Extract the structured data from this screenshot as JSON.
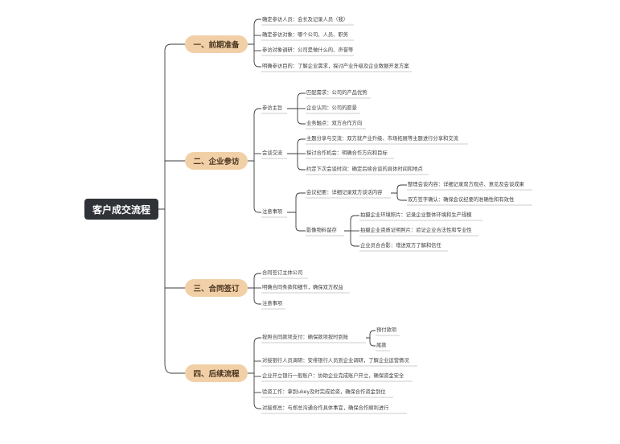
{
  "root": "客户成交流程",
  "branches": [
    {
      "label": "一、前期准备",
      "items": [
        "确定参访人员：会长及记录人员（我）",
        "确定参访对象：哪个公司、人员、职务",
        "参访对象调研：公司是做什么的、声誉等",
        "明确参访目的：了解企业需求，探讨产业升级及企业数据开发方案"
      ]
    },
    {
      "label": "二、企业参访",
      "groups": [
        {
          "label": "参访主旨",
          "items": [
            "匹配需求：公司的产品优势",
            "企业认同：公司的愿景",
            "业务触点：双方合作方向"
          ]
        },
        {
          "label": "会谈交流",
          "items": [
            "主题分享与交流：双方就产业升级、市场拓展等主题进行分享和交流",
            "探讨合作机会：明确合作方向和目标",
            "约定下次会谈时间：确定后续合谈的具体时间和地点"
          ]
        },
        {
          "label": "注意事项",
          "subgroups": [
            {
              "label": "会议纪要：详细记录双方谈话内容",
              "items": [
                "整理会谈内容：详细记录双方观点、意见及会谈成果",
                "双方签字确认：确保会议纪要的准确性和有效性"
              ]
            },
            {
              "label": "影像物料留存",
              "items": [
                "拍摄企业环境照片：记录企业整体环境和生产规模",
                "拍摄企业资质证明照片：验证企业合法性和专业性",
                "企业员合合影：增进双方了解和信任"
              ]
            }
          ]
        }
      ]
    },
    {
      "label": "三、合同签订",
      "items": [
        "合同签订主体公司",
        "明确合同条款和细节，确保双方权益",
        "注意事项"
      ]
    },
    {
      "label": "四、后续流程",
      "items": [
        {
          "text": "按照合同款项支付：确保款项按时到账",
          "children": [
            "预付款项",
            "尾款"
          ]
        },
        {
          "text": "对接银行人员调研：安排银行人员到企业调研，了解企业运营情况"
        },
        {
          "text": "企业开立银行一般账户：协助企业完成账户开立，确保资金安全"
        },
        {
          "text": "验资工作：拿到ukey及时完成验资，确保合作资金到位"
        },
        {
          "text": "对接郑总：与郑总沟通合作具体事宜，确保合作顺利进行"
        }
      ]
    }
  ]
}
